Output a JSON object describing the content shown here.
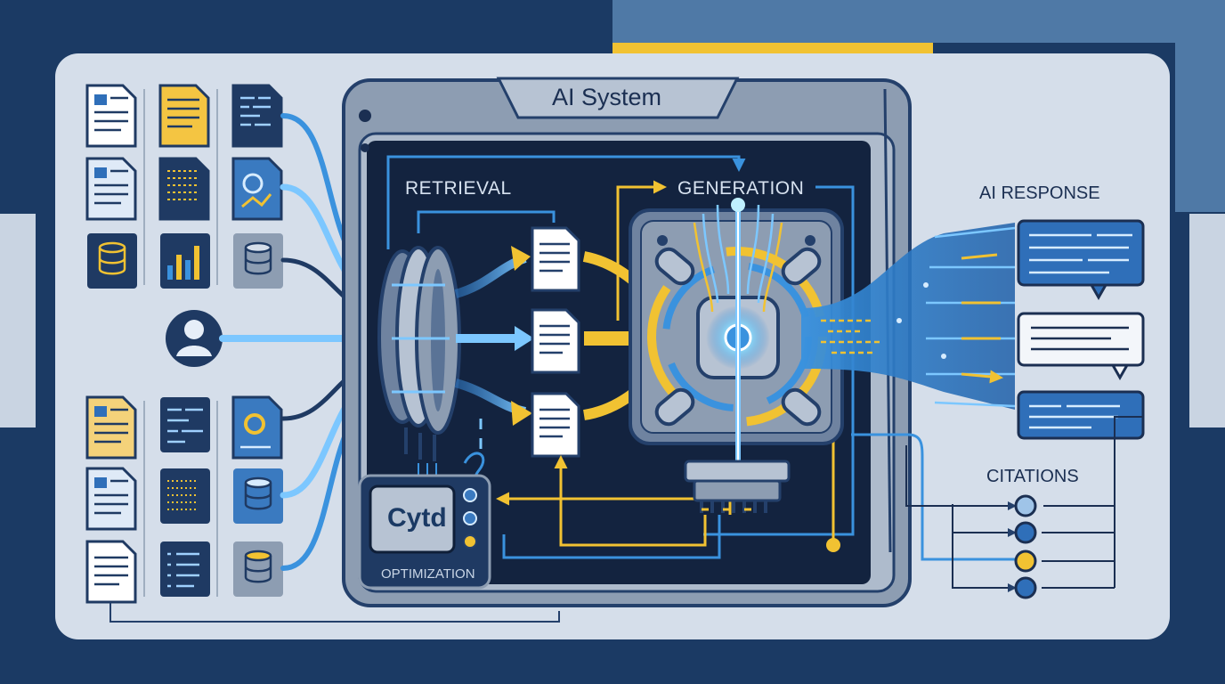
{
  "labels": {
    "title": "AI System",
    "retrieval": "RETRIEVAL",
    "generation": "GENERATION",
    "response": "AI RESPONSE",
    "citations": "CITATIONS",
    "optimization": "OPTIMIZATION",
    "screen_text": "Cytd"
  },
  "colors": {
    "background": "#1b3a64",
    "panel": "#d5deea",
    "frame": "#8d9db2",
    "screen": "#13233f",
    "accent_blue": "#3a92de",
    "accent_yellow": "#f1c232"
  }
}
